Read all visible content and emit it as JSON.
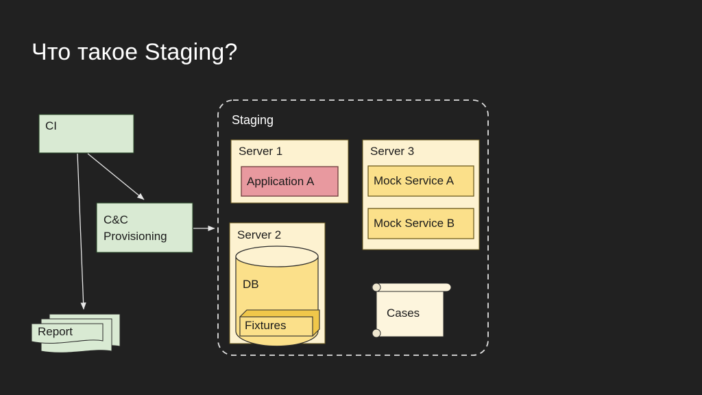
{
  "slide": {
    "title": "Что такое Staging?",
    "background_color": "#212121",
    "title_color": "#ffffff"
  },
  "palette": {
    "green_fill": "#d9ead3",
    "green_stroke": "#2a4a2a",
    "cream_fill": "#fdf2d0",
    "cream_stroke": "#6b5a1e",
    "yellow_fill": "#fbe08a",
    "yellow_stroke": "#6b5a1e",
    "pink_fill": "#e8999f",
    "pink_stroke": "#6b3a3a",
    "scroll_fill": "#fdf5dd",
    "arrow_color": "#e8e8e8",
    "dashed_color": "#e0e0e0"
  },
  "diagram": {
    "type": "flow-diagram",
    "nodes": [
      {
        "id": "ci",
        "label": "CI",
        "shape": "rectangle",
        "fill": "green"
      },
      {
        "id": "cc",
        "label": "C&C\nProvisioning",
        "shape": "rectangle",
        "fill": "green"
      },
      {
        "id": "report",
        "label": "Report",
        "shape": "document-stack",
        "fill": "green"
      },
      {
        "id": "staging",
        "label": "Staging",
        "shape": "dashed-container"
      },
      {
        "id": "server1",
        "label": "Server 1",
        "shape": "rectangle",
        "fill": "cream"
      },
      {
        "id": "application_a",
        "label": "Application A",
        "shape": "rectangle",
        "fill": "pink"
      },
      {
        "id": "server2",
        "label": "Server 2",
        "shape": "rectangle",
        "fill": "cream"
      },
      {
        "id": "db",
        "label": "DB",
        "shape": "cylinder",
        "fill": "yellow"
      },
      {
        "id": "fixtures",
        "label": "Fixtures",
        "shape": "cube-3d",
        "fill": "yellow"
      },
      {
        "id": "server3",
        "label": "Server 3",
        "shape": "rectangle",
        "fill": "cream"
      },
      {
        "id": "mock_a",
        "label": "Mock Service A",
        "shape": "rectangle",
        "fill": "yellow"
      },
      {
        "id": "mock_b",
        "label": "Mock Service B",
        "shape": "rectangle",
        "fill": "yellow"
      },
      {
        "id": "cases",
        "label": "Cases",
        "shape": "scroll",
        "fill": "scroll"
      }
    ],
    "edges": [
      {
        "from": "ci",
        "to": "cc",
        "style": "solid-arrow"
      },
      {
        "from": "ci",
        "to": "report",
        "style": "solid-arrow"
      },
      {
        "from": "cc",
        "to": "staging",
        "style": "solid-arrow"
      }
    ]
  },
  "labels": {
    "ci": "CI",
    "cc_line1": "C&C",
    "cc_line2": "Provisioning",
    "report": "Report",
    "staging": "Staging",
    "server1": "Server 1",
    "application_a": "Application A",
    "server2": "Server 2",
    "db": "DB",
    "fixtures": "Fixtures",
    "server3": "Server 3",
    "mock_a": "Mock Service A",
    "mock_b": "Mock Service B",
    "cases": "Cases"
  }
}
